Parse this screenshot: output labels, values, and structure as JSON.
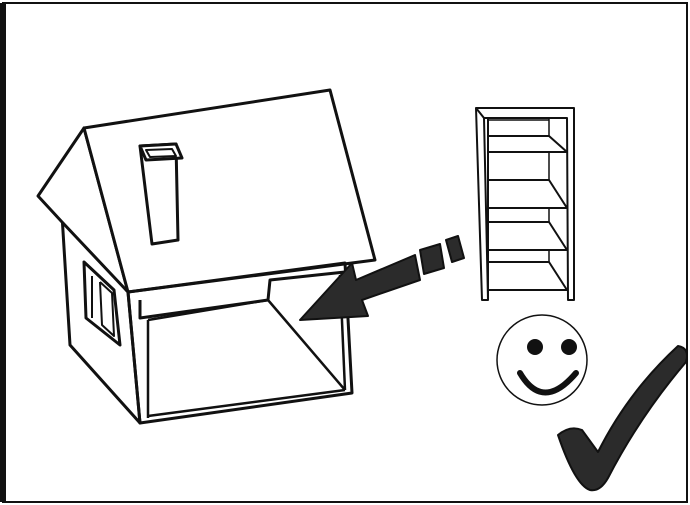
{
  "diagram": {
    "kind": "assembly-instruction-illustration",
    "panels": [
      {
        "name": "house-cutaway",
        "icon": "house-icon"
      },
      {
        "name": "shelf-unit",
        "icon": "shelf-icon"
      },
      {
        "name": "placement-arrow",
        "icon": "arrow-icon"
      },
      {
        "name": "smiley",
        "icon": "smiley-face-icon"
      },
      {
        "name": "checkmark",
        "icon": "checkmark-icon"
      }
    ],
    "colors": {
      "stroke": "#111111",
      "fill_dark": "#2b2b2b",
      "background": "#ffffff"
    }
  }
}
